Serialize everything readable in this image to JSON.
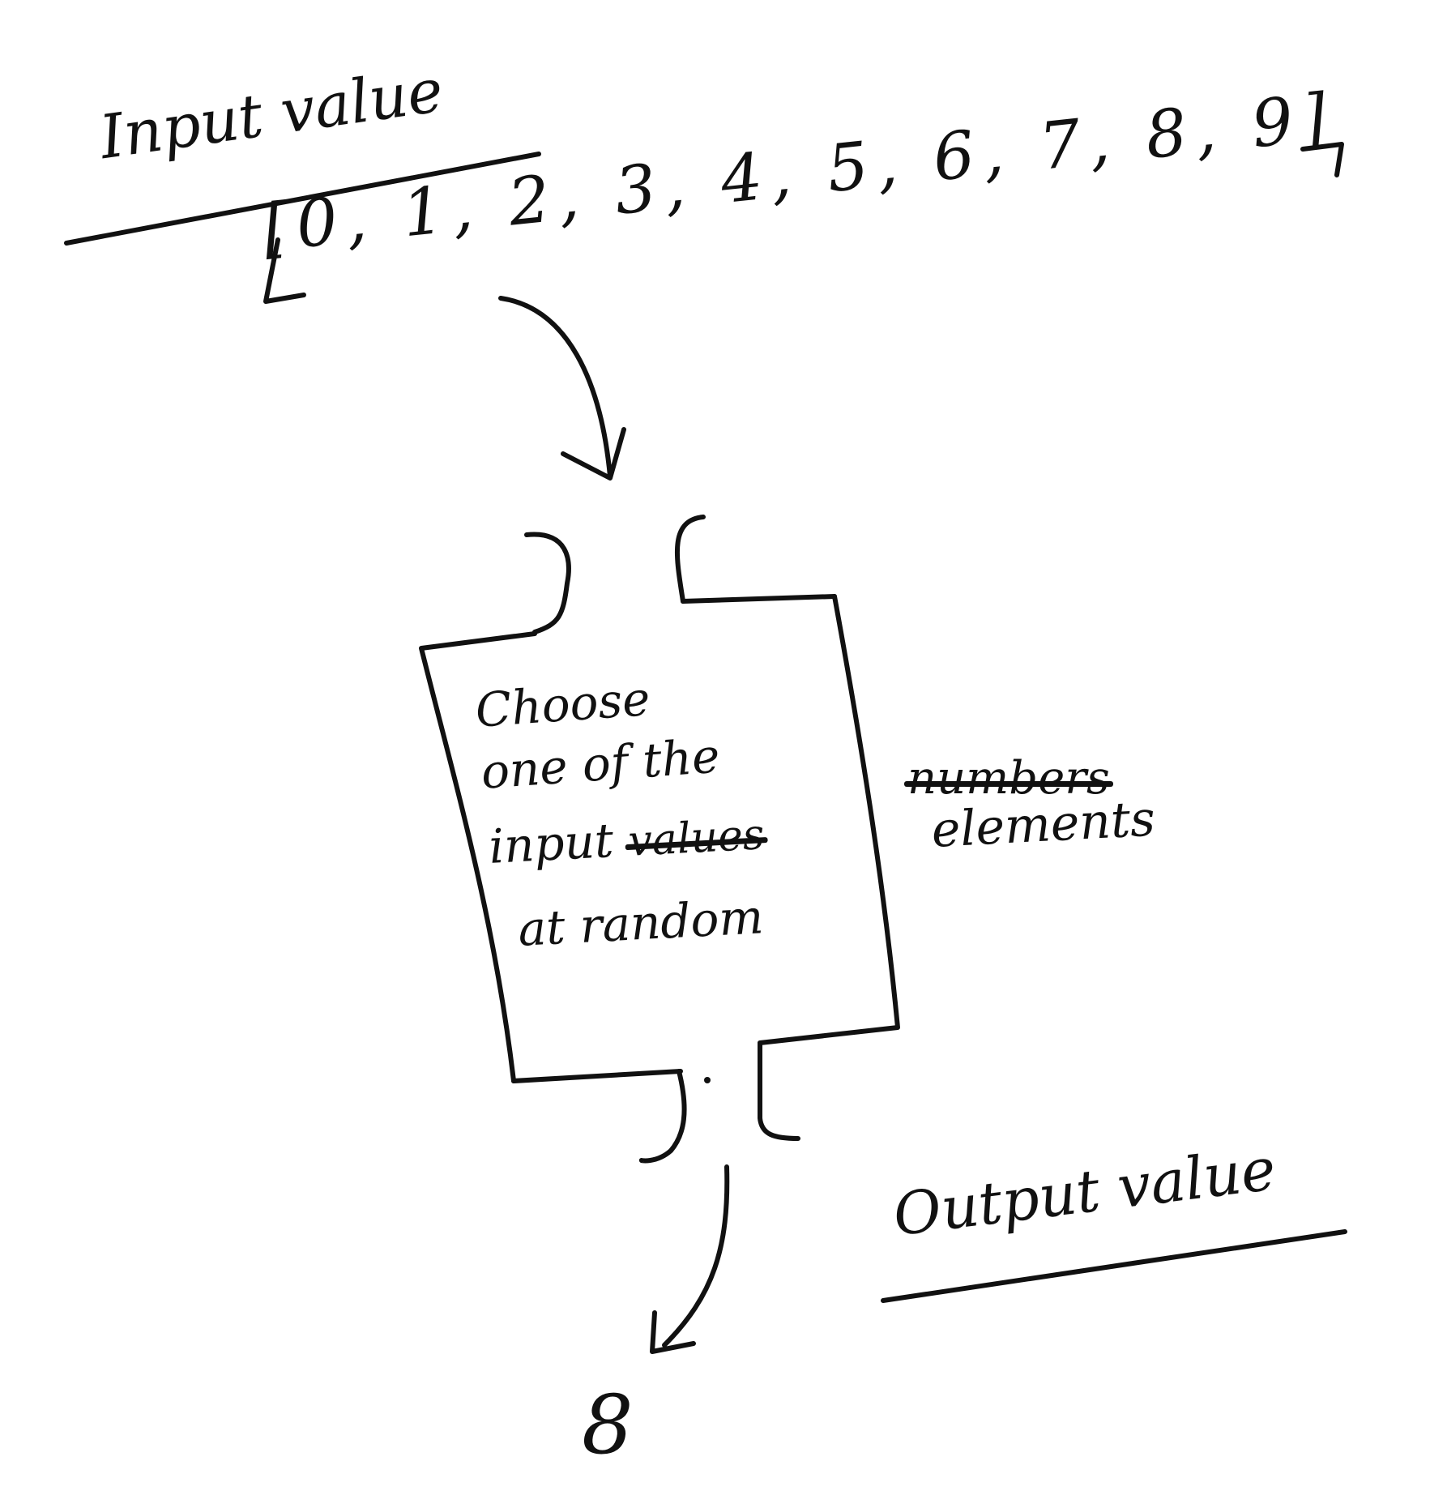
{
  "input": {
    "label": "Input value",
    "array": "[0, 1, 2, 3, 4, 5, 6, 7, 8, 9]"
  },
  "box": {
    "line_1": "Choose",
    "line_2": "one of the",
    "line_3": "input",
    "line_3_struck": "values",
    "line_4": "at random"
  },
  "side_note": {
    "struck": "numbers",
    "replacement": "elements"
  },
  "output": {
    "label": "Output value",
    "value": "8"
  }
}
